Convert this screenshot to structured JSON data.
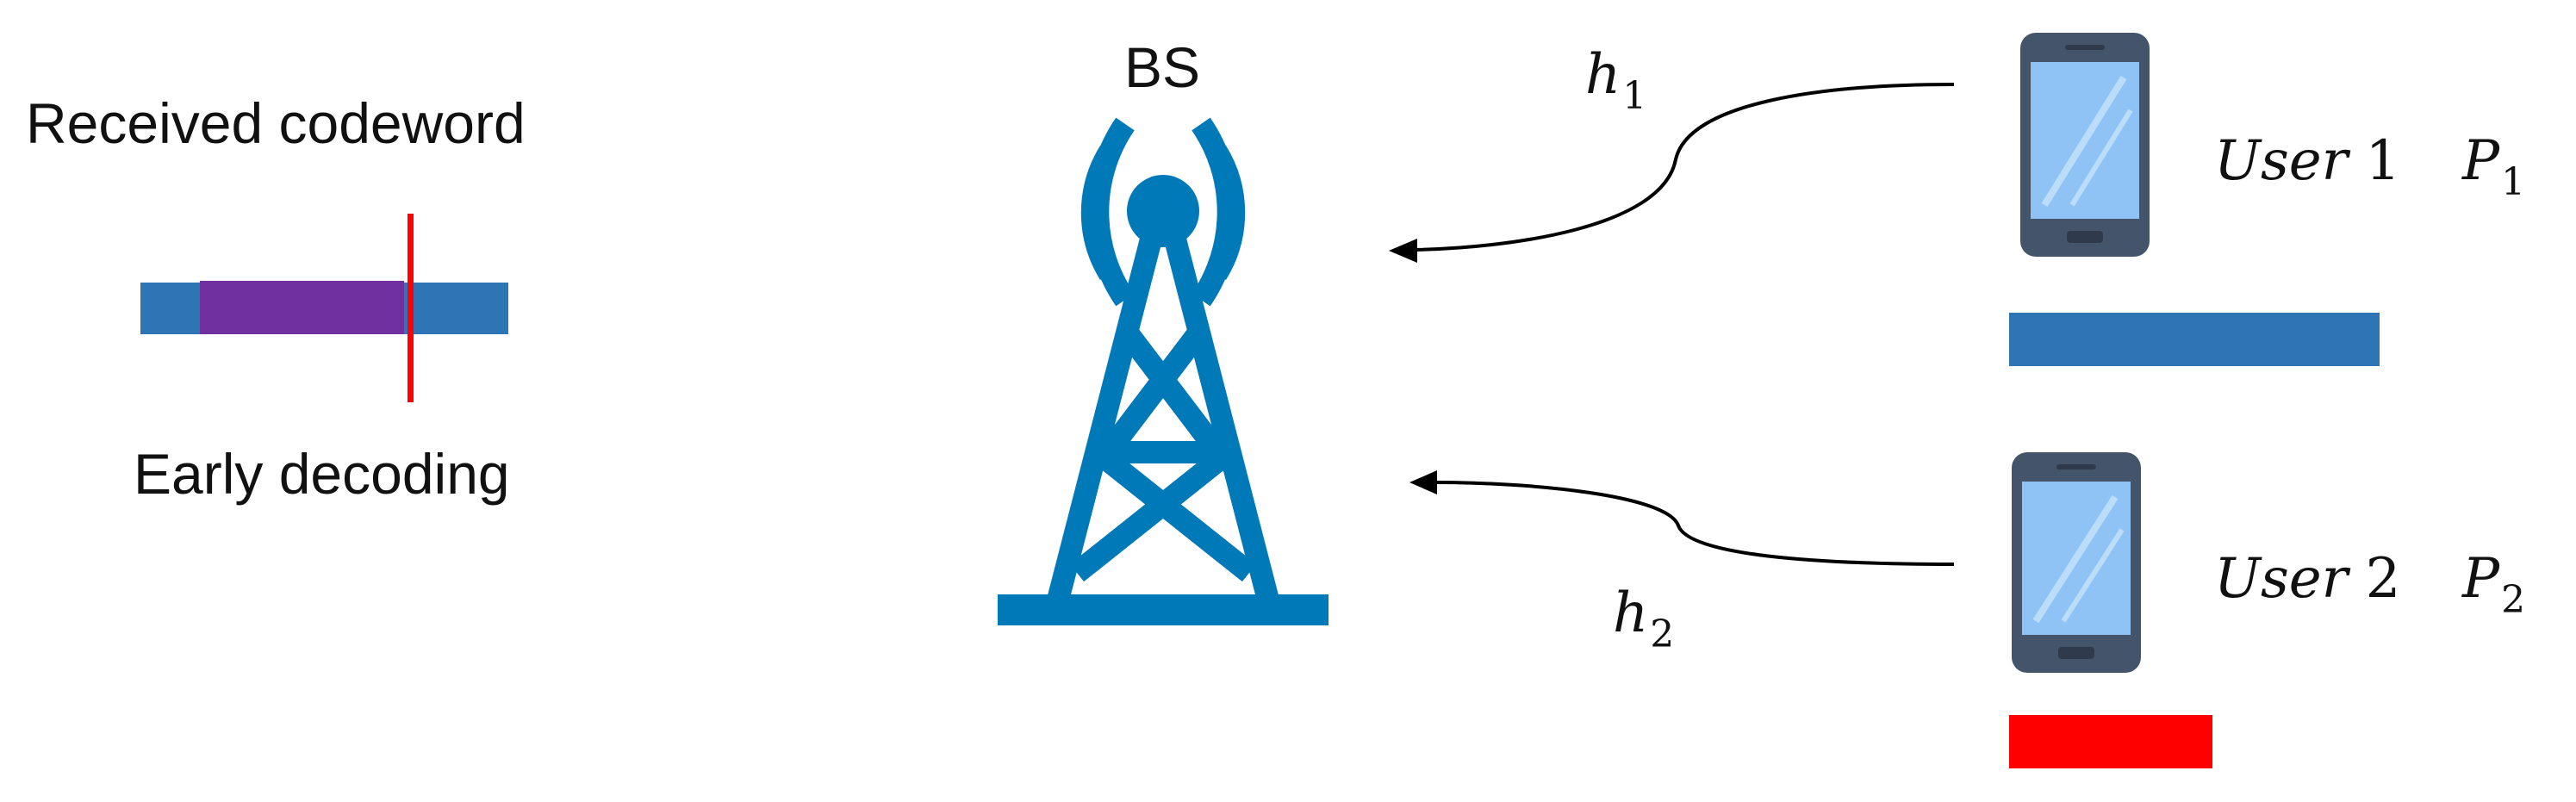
{
  "left_panel": {
    "title": "Received codeword",
    "caption": "Early decoding",
    "codeword_color": "#2E75B6",
    "decoded_color": "#7030A0",
    "cut_color": "#FF0000"
  },
  "base_station": {
    "label": "BS",
    "color": "#0079B8",
    "icon": "cell-tower-icon"
  },
  "channels": [
    {
      "symbol": "h",
      "index": "1"
    },
    {
      "symbol": "h",
      "index": "2"
    }
  ],
  "users": [
    {
      "name": "User",
      "number": "1",
      "power_symbol": "P",
      "power_index": "1",
      "signal_color": "#2E75B6",
      "icon": "smartphone-icon"
    },
    {
      "name": "User",
      "number": "2",
      "power_symbol": "P",
      "power_index": "2",
      "signal_color": "#FF0000",
      "icon": "smartphone-icon"
    }
  ]
}
